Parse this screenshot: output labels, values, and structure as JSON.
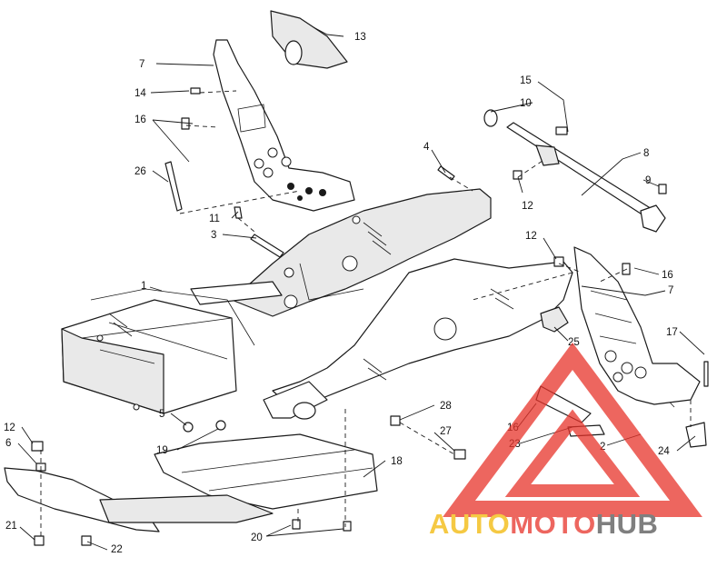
{
  "diagram": {
    "callouts": [
      {
        "id": "c13",
        "label": "13"
      },
      {
        "id": "c7a",
        "label": "7"
      },
      {
        "id": "c14",
        "label": "14"
      },
      {
        "id": "c16a",
        "label": "16"
      },
      {
        "id": "c26",
        "label": "26"
      },
      {
        "id": "c11",
        "label": "11"
      },
      {
        "id": "c3",
        "label": "3"
      },
      {
        "id": "c4",
        "label": "4"
      },
      {
        "id": "c15",
        "label": "15"
      },
      {
        "id": "c10",
        "label": "10"
      },
      {
        "id": "c8",
        "label": "8"
      },
      {
        "id": "c9",
        "label": "9"
      },
      {
        "id": "c12a",
        "label": "12"
      },
      {
        "id": "c12b",
        "label": "12"
      },
      {
        "id": "c16b",
        "label": "16"
      },
      {
        "id": "c7b",
        "label": "7"
      },
      {
        "id": "c1",
        "label": "1"
      },
      {
        "id": "c25",
        "label": "25"
      },
      {
        "id": "c17",
        "label": "17"
      },
      {
        "id": "c5",
        "label": "5"
      },
      {
        "id": "c19",
        "label": "19"
      },
      {
        "id": "c28",
        "label": "28"
      },
      {
        "id": "c27",
        "label": "27"
      },
      {
        "id": "c16c",
        "label": "16"
      },
      {
        "id": "c23",
        "label": "23"
      },
      {
        "id": "c2",
        "label": "2"
      },
      {
        "id": "c24",
        "label": "24"
      },
      {
        "id": "c12c",
        "label": "12"
      },
      {
        "id": "c6",
        "label": "6"
      },
      {
        "id": "c18",
        "label": "18"
      },
      {
        "id": "c21",
        "label": "21"
      },
      {
        "id": "c22",
        "label": "22"
      },
      {
        "id": "c20",
        "label": "20"
      }
    ]
  },
  "watermark": {
    "part1": "AUTO",
    "part2": "MOTO",
    "part3": "HUB",
    "colors": {
      "triangle": "#e8332a",
      "auto": "#f2b705",
      "moto": "#e8332a",
      "hub": "#555555"
    }
  }
}
